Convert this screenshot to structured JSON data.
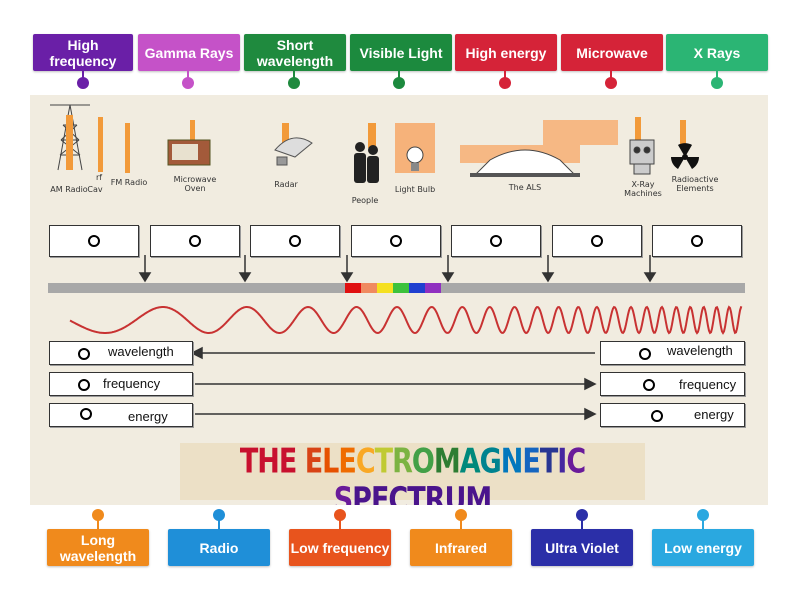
{
  "top_tags": [
    {
      "label": "High frequency",
      "color": "#6a1fa7"
    },
    {
      "label": "Gamma Rays",
      "color": "#c552c8"
    },
    {
      "label": "Short wavelength",
      "color": "#1f8a3e"
    },
    {
      "label": "Visible Light",
      "color": "#1c8a3e"
    },
    {
      "label": "High energy",
      "color": "#d52338"
    },
    {
      "label": "Microwave",
      "color": "#d52338"
    },
    {
      "label": "X Rays",
      "color": "#2bb574"
    }
  ],
  "bottom_tags": [
    {
      "label": "Long wavelength",
      "color": "#f08a1c"
    },
    {
      "label": "Radio",
      "color": "#1f8fd8"
    },
    {
      "label": "Low frequency",
      "color": "#e8541d"
    },
    {
      "label": "Infrared",
      "color": "#f08a1c"
    },
    {
      "label": "Ultra Violet",
      "color": "#2b2fa8"
    },
    {
      "label": "Low energy",
      "color": "#2aa8e0"
    }
  ],
  "diagram": {
    "title": "THE ELECTROMAGNETIC SPECTRUM",
    "source_labels": {
      "am_radio": "AM Radio",
      "cav": "Cav",
      "rf": "rf",
      "fm_radio": "FM Radio",
      "microwave_oven": "Microwave Oven",
      "radar": "Radar",
      "people": "People",
      "light_bulb": "Light Bulb",
      "als": "The ALS",
      "xray_machines": "X-Ray Machines",
      "radioactive": "Radioactive Elements"
    },
    "left_labels": [
      "wavelength",
      "frequency",
      "energy"
    ],
    "right_labels": [
      "wavelength",
      "frequency",
      "energy"
    ],
    "slot_count": 7
  }
}
